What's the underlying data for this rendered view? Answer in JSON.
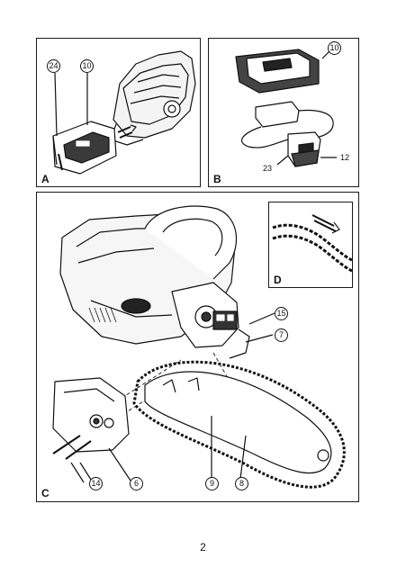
{
  "panels": {
    "a": {
      "letter": "A",
      "callouts": [
        "24",
        "10"
      ]
    },
    "b": {
      "letter": "B",
      "callouts": [
        "10"
      ],
      "plain_labels": [
        "23",
        "12"
      ]
    },
    "c": {
      "letter": "C",
      "callouts": [
        "15",
        "7",
        "14",
        "6",
        "9",
        "8"
      ]
    },
    "d": {
      "letter": "D"
    }
  },
  "page_number": "2"
}
